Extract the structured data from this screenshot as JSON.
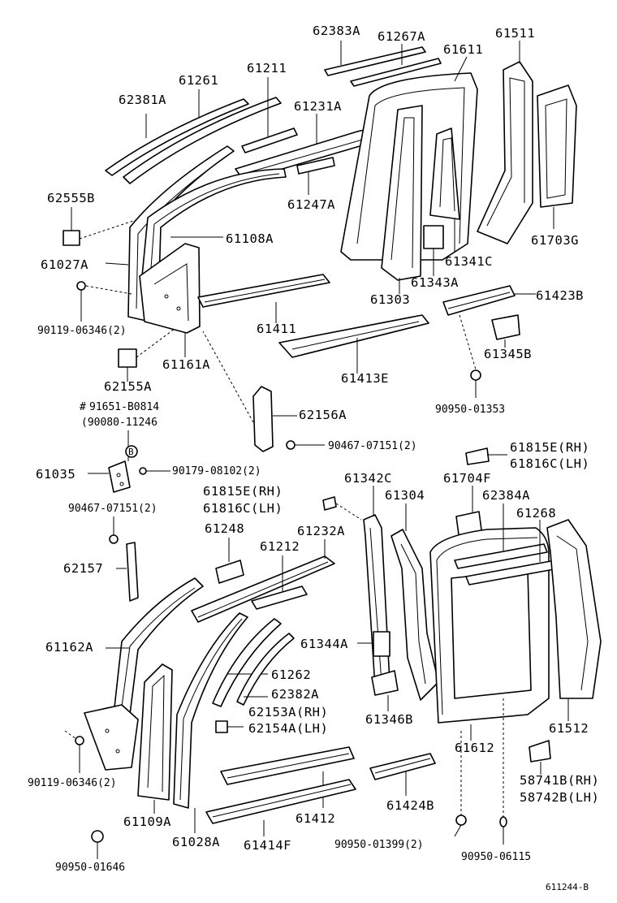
{
  "diagram_id": "611244-B",
  "symbols": {
    "circle_marker": "B",
    "hash_marker": "#"
  },
  "labels": {
    "l62383A": "62383A",
    "l61267A": "61267A",
    "l61611": "61611",
    "l61511": "61511",
    "l61261": "61261",
    "l61211": "61211",
    "l62381A": "62381A",
    "l61231A": "61231A",
    "l62555B": "62555B",
    "l61247A": "61247A",
    "l61108A": "61108A",
    "l61027A": "61027A",
    "l61703G": "61703G",
    "l61341C": "61341C",
    "l61343A": "61343A",
    "l61303": "61303",
    "l61423B": "61423B",
    "l90119_06346_a": "90119-06346(2)",
    "l61411": "61411",
    "l61345B": "61345B",
    "l62155A": "62155A",
    "l61161A": "61161A",
    "l61413E": "61413E",
    "l90950_01353": "90950-01353",
    "l91651_B0814": "91651-B0814",
    "l90080_11246": "(90080-11246",
    "l62156A": "62156A",
    "l90467_07151_a": "90467-07151(2)",
    "l61815E_a": "61815E(RH)",
    "l61816C_a": "61816C(LH)",
    "l61035": "61035",
    "l90179_08102": "90179-08102(2)",
    "l61342C": "61342C",
    "l61704F": "61704F",
    "l61815E_b": "61815E(RH)",
    "l61304": "61304",
    "l62384A": "62384A",
    "l61816C_b": "61816C(LH)",
    "l90467_07151_b": "90467-07151(2)",
    "l61268": "61268",
    "l61248": "61248",
    "l61232A": "61232A",
    "l61212": "61212",
    "l62157": "62157",
    "l61162A": "61162A",
    "l61344A": "61344A",
    "l61262": "61262",
    "l62382A": "62382A",
    "l62153A": "62153A(RH)",
    "l61346B": "61346B",
    "l62154A": "62154A(LH)",
    "l61512": "61512",
    "l61612": "61612",
    "l90119_06346_b": "90119-06346(2)",
    "l58741B": "58741B(RH)",
    "l58742B": "58742B(LH)",
    "l61424B": "61424B",
    "l61109A": "61109A",
    "l61412": "61412",
    "l61028A": "61028A",
    "l61414F": "61414F",
    "l90950_01399": "90950-01399(2)",
    "l90950_06115": "90950-06115",
    "l90950_01646": "90950-01646"
  }
}
